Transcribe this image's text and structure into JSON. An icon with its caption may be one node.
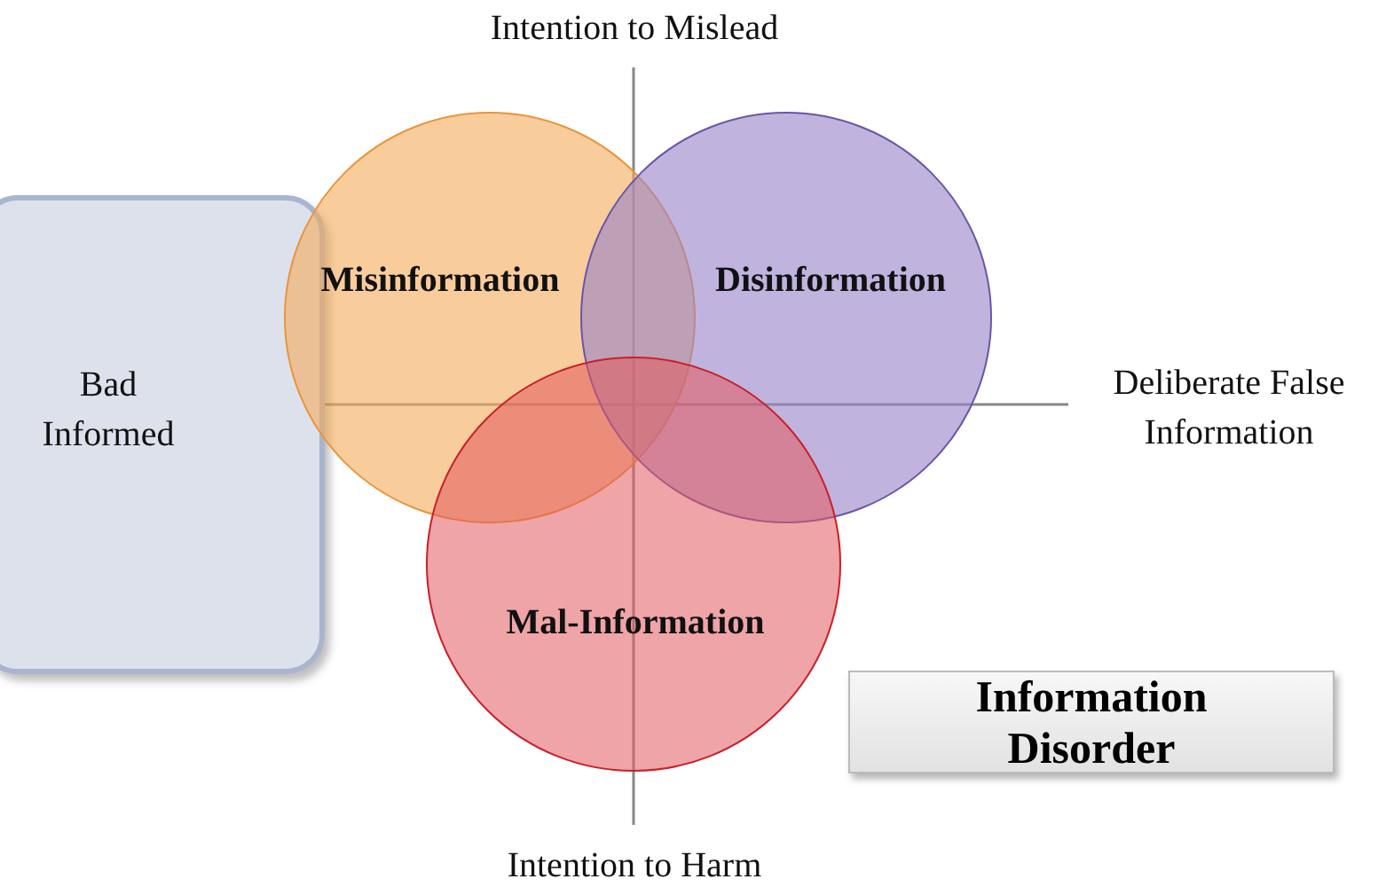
{
  "diagram": {
    "title": "Information Disorder",
    "nodes": [
      {
        "text": [
          "Bad Informed"
        ]
      },
      {
        "text": [
          "Misinformation"
        ]
      },
      {
        "text": [
          "Disinformation"
        ]
      },
      {
        "text": [
          "Mal-Information"
        ]
      }
    ],
    "labels": [
      "Intention to Mislead",
      "Deliberate False Information",
      "Intention to Harm"
    ]
  }
}
